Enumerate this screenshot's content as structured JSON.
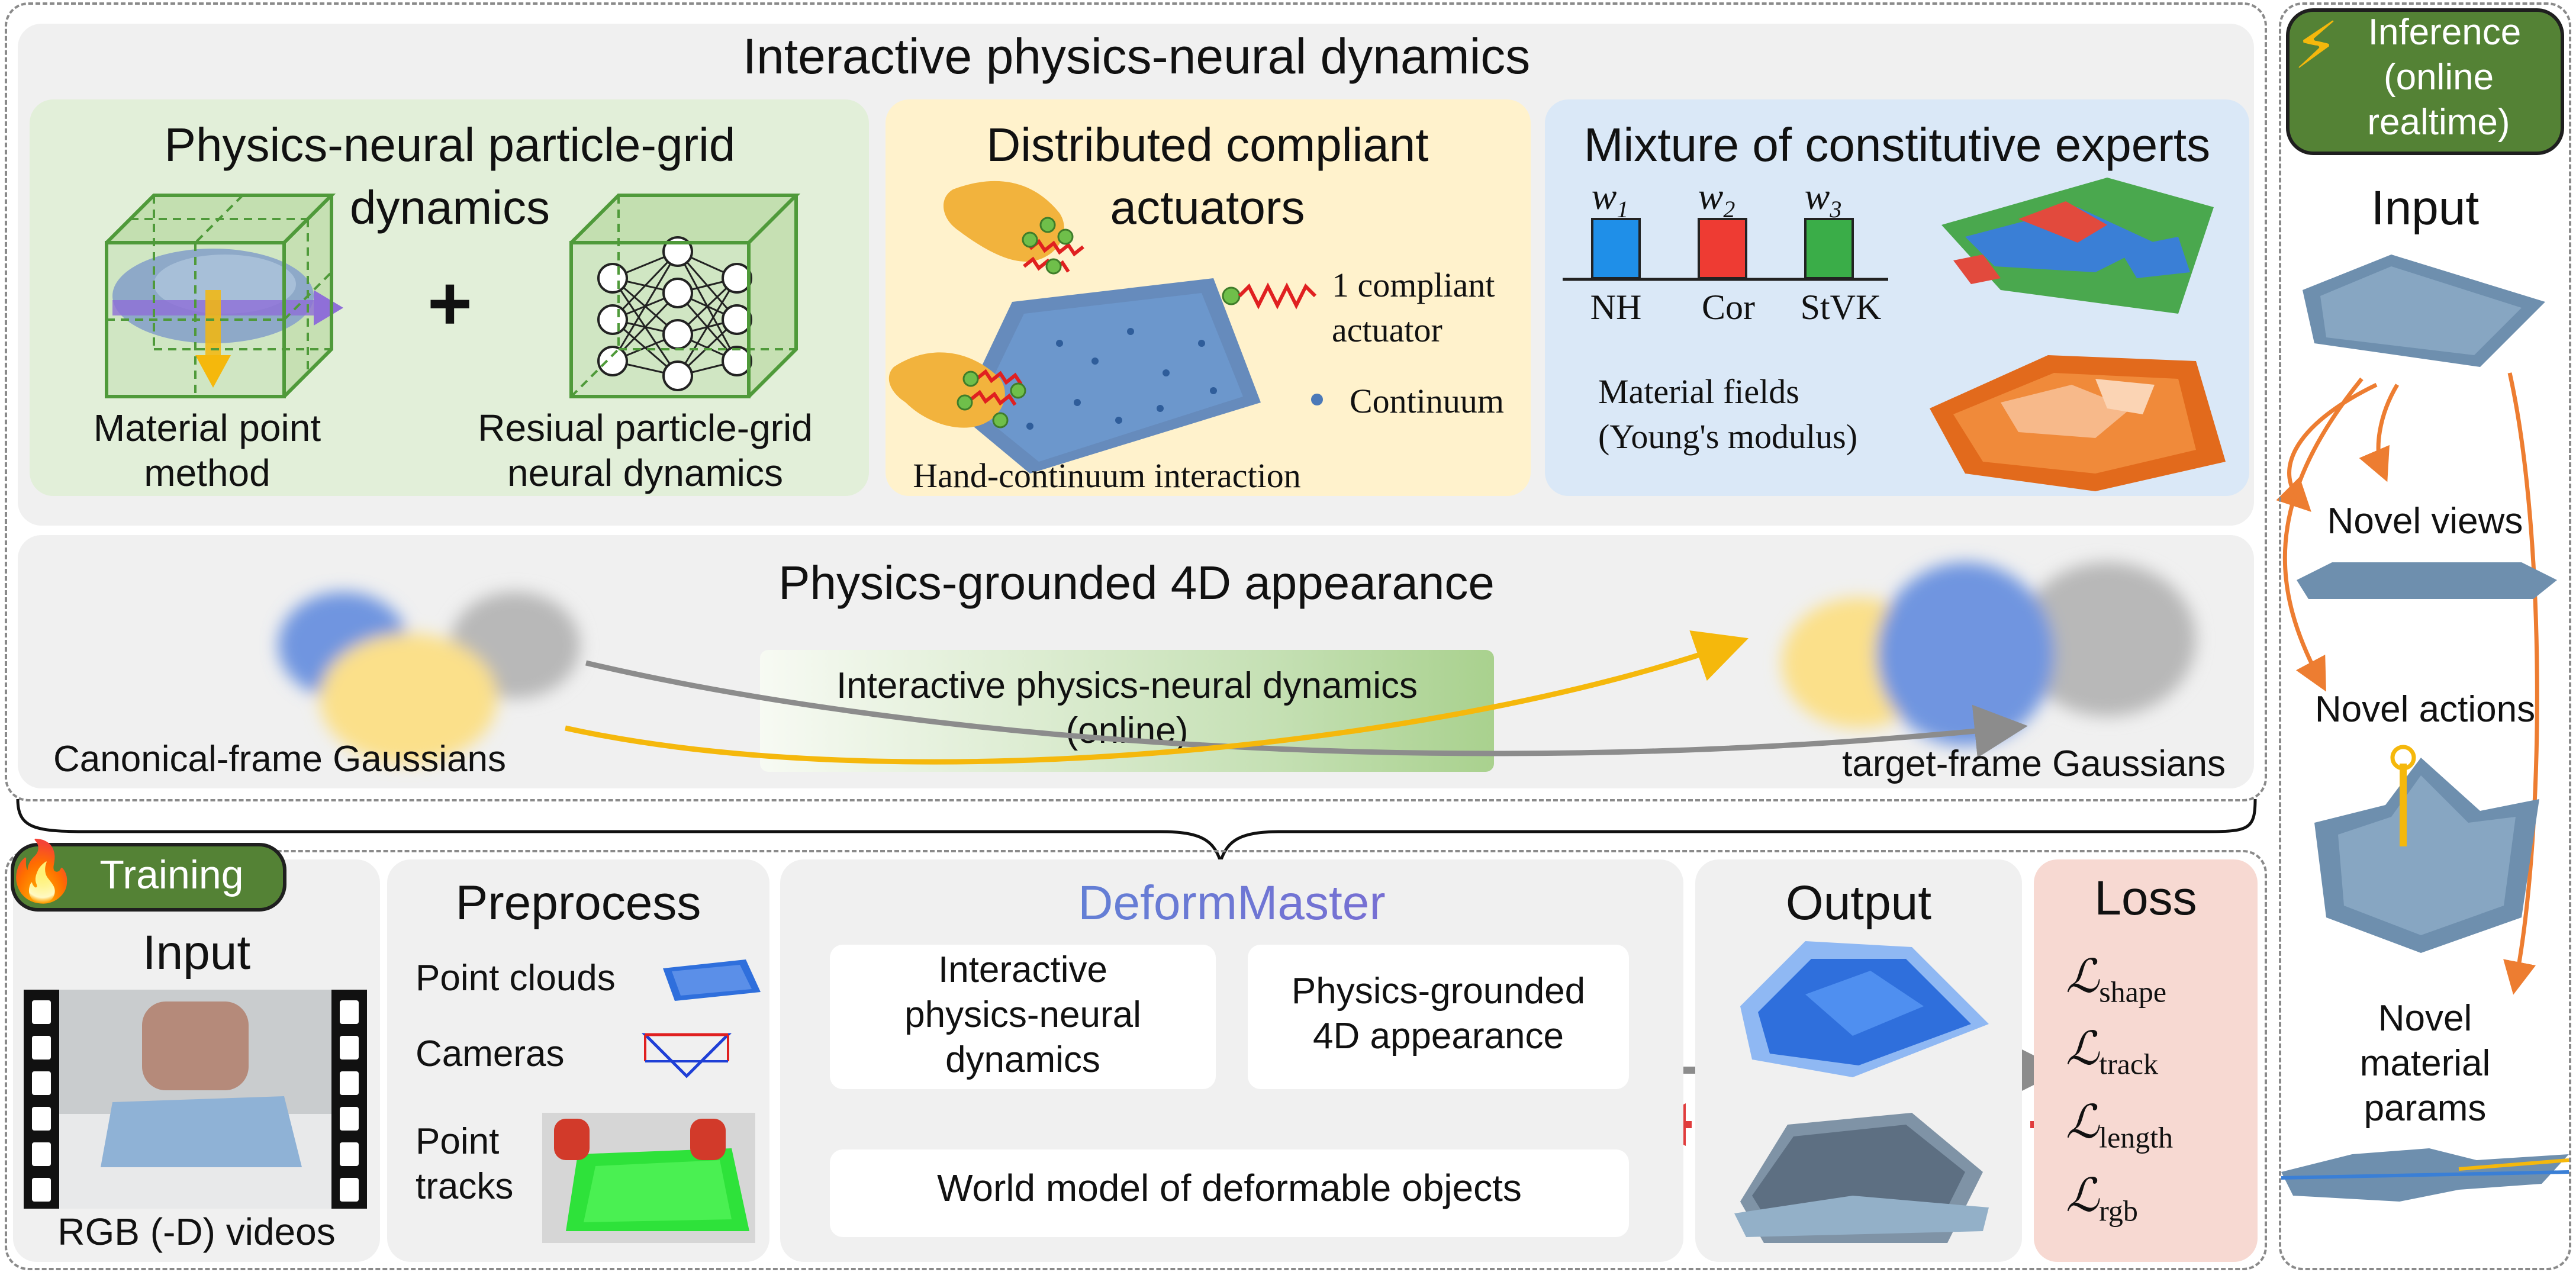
{
  "colors": {
    "green_panel": "#e2efd9",
    "yellow_panel": "#fff2cc",
    "blue_panel": "#dae8f7",
    "gray_panel": "#f0f0f0",
    "loss_panel": "#f7d9d2",
    "badge_green": "#548235",
    "orange_arrow": "#ed7d31",
    "yellow_arrow": "#f5b80c",
    "gray_arrow": "#8c8c8c",
    "red_arrow": "#e03c3c"
  },
  "top": {
    "title": "Interactive physics-neural dynamics",
    "pngd": {
      "title_line1": "Physics-neural particle-grid",
      "title_line2": "dynamics",
      "plus": "+",
      "mpm_line1": "Material point",
      "mpm_line2": "method",
      "res_line1": "Resiual particle-grid",
      "res_line2": "neural dynamics"
    },
    "dca": {
      "title_line1": "Distributed compliant",
      "title_line2": "actuators",
      "legend_actuator_line1": "1 compliant",
      "legend_actuator_line2": "actuator",
      "legend_continuum": "Continuum",
      "caption": "Hand-continuum interaction"
    },
    "moe": {
      "title": "Mixture of constitutive experts",
      "weights": [
        "w1",
        "w2",
        "w3"
      ],
      "experts": [
        "NH",
        "Cor",
        "StVK"
      ],
      "fields_line1": "Material fields",
      "fields_line2": "(Young's modulus)"
    }
  },
  "appearance": {
    "title": "Physics-grounded 4D appearance",
    "center_line1": "Interactive physics-neural dynamics",
    "center_line2": "(online)",
    "left_caption": "Canonical-frame Gaussians",
    "right_caption": "target-frame Gaussians"
  },
  "training": {
    "badge": "Training",
    "input_title": "Input",
    "input_caption": "RGB (-D) videos",
    "preprocess": {
      "title": "Preprocess",
      "point_clouds": "Point clouds",
      "cameras": "Cameras",
      "tracks_line1": "Point",
      "tracks_line2": "tracks"
    },
    "deformmaster": {
      "title": "DeformMaster",
      "box1_line1": "Interactive",
      "box1_line2": "physics-neural",
      "box1_line3": "dynamics",
      "box2_line1": "Physics-grounded",
      "box2_line2": "4D appearance",
      "world": "World model of deformable objects"
    },
    "output_title": "Output",
    "loss": {
      "title": "Loss",
      "terms": [
        "shape",
        "track",
        "length",
        "rgb"
      ]
    }
  },
  "inference": {
    "badge_line1": "Inference",
    "badge_line2": "(online",
    "badge_line3": "realtime)",
    "input": "Input",
    "novel_views": "Novel views",
    "novel_actions": "Novel actions",
    "novel_material_line1": "Novel",
    "novel_material_line2": "material",
    "novel_material_line3": "params"
  }
}
